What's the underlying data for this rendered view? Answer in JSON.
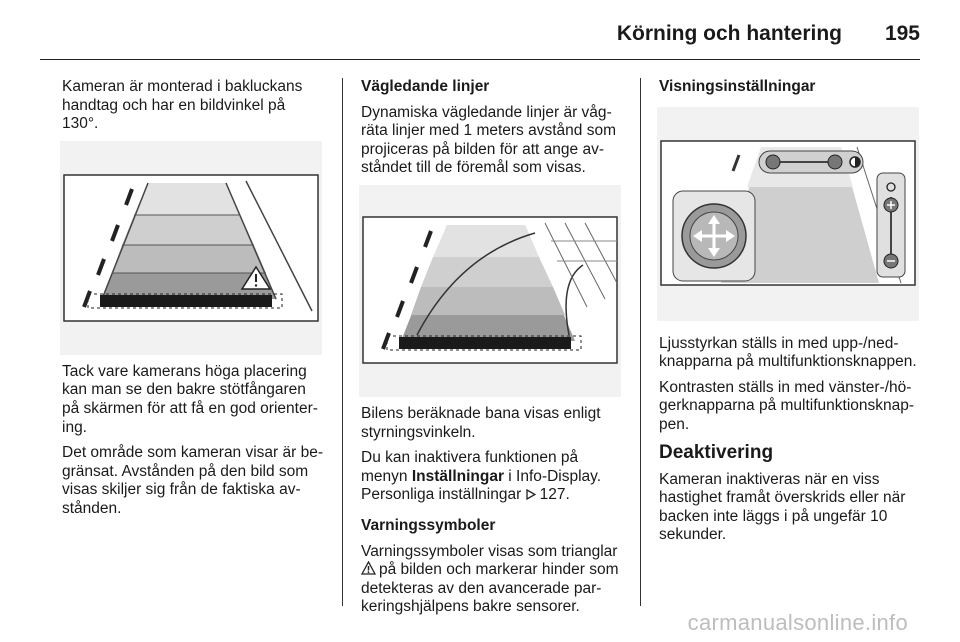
{
  "header": {
    "title": "Körning och hantering",
    "page_number": "195"
  },
  "col1": {
    "p1": "Kameran är monterad i bakluckans handtag och har en bildvinkel på 130°.",
    "p2": "Tack vare kamerans höga placering kan man se den bakre stötfångaren på skärmen för att få en god orienter­ing.",
    "p3": "Det område som kameran visar är be­gränsat. Avstånden på den bild som visas skiljer sig från de faktiska av­stånden."
  },
  "col2": {
    "h_guides": "Vägledande linjer",
    "p_guides": "Dynamiska vägledande linjer är våg­räta linjer med 1 meters avstånd som projiceras på bilden för att ange av­ståndet till de föremål som visas.",
    "p_path": "Bilens beräknade bana visas enligt styrningsvinkeln.",
    "p_disable_1": "Du kan inaktivera funktionen på menyn ",
    "p_disable_bold": "Inställningar",
    "p_disable_2": " i Info-Display. Personliga inställningar ",
    "p_disable_ref": "127.",
    "h_warn": "Varningssymboler",
    "p_warn_1": "Varningssymboler visas som trianglar ",
    "p_warn_2": "på bilden och markerar hinder som detekteras av den avancerade par­keringshjälpens bakre sensorer."
  },
  "col3": {
    "h_display": "Visningsinställningar",
    "p_brightness": "Ljusstyrkan ställs in med upp-/ned­knapparna på multifunktionsknap­pen.",
    "p_contrast": "Kontrasten ställs in med vänster-/hö­gerknapparna på multifunktionsknap­pen.",
    "h_deactivation": "Deaktivering",
    "p_deactivation": "Kameran inaktiveras när en viss hastighet framåt överskrids eller när backen inte läggs i på ungefär 10 sekunder."
  },
  "watermark": "carmanualsonline.info",
  "icons": {
    "ref_arrow": "arrow-right-icon",
    "warning": "warning-triangle-icon"
  }
}
